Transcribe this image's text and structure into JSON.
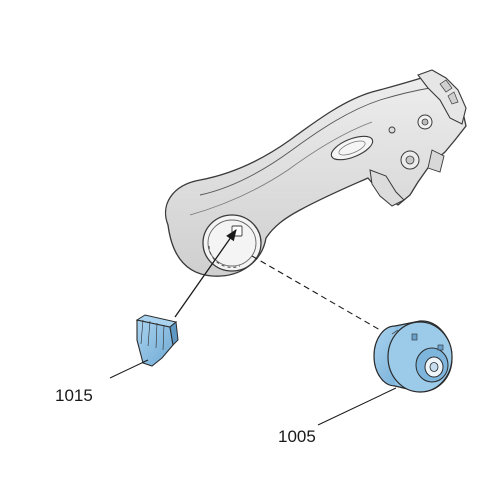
{
  "diagram": {
    "parts": [
      {
        "number": "1015",
        "name": "cap",
        "color": "#8fc3e6"
      },
      {
        "number": "1005",
        "name": "motor-housing",
        "color": "#8fc3e6"
      }
    ],
    "arm": {
      "color": "#e3e3e3",
      "outline": "#3a3a3a"
    }
  }
}
